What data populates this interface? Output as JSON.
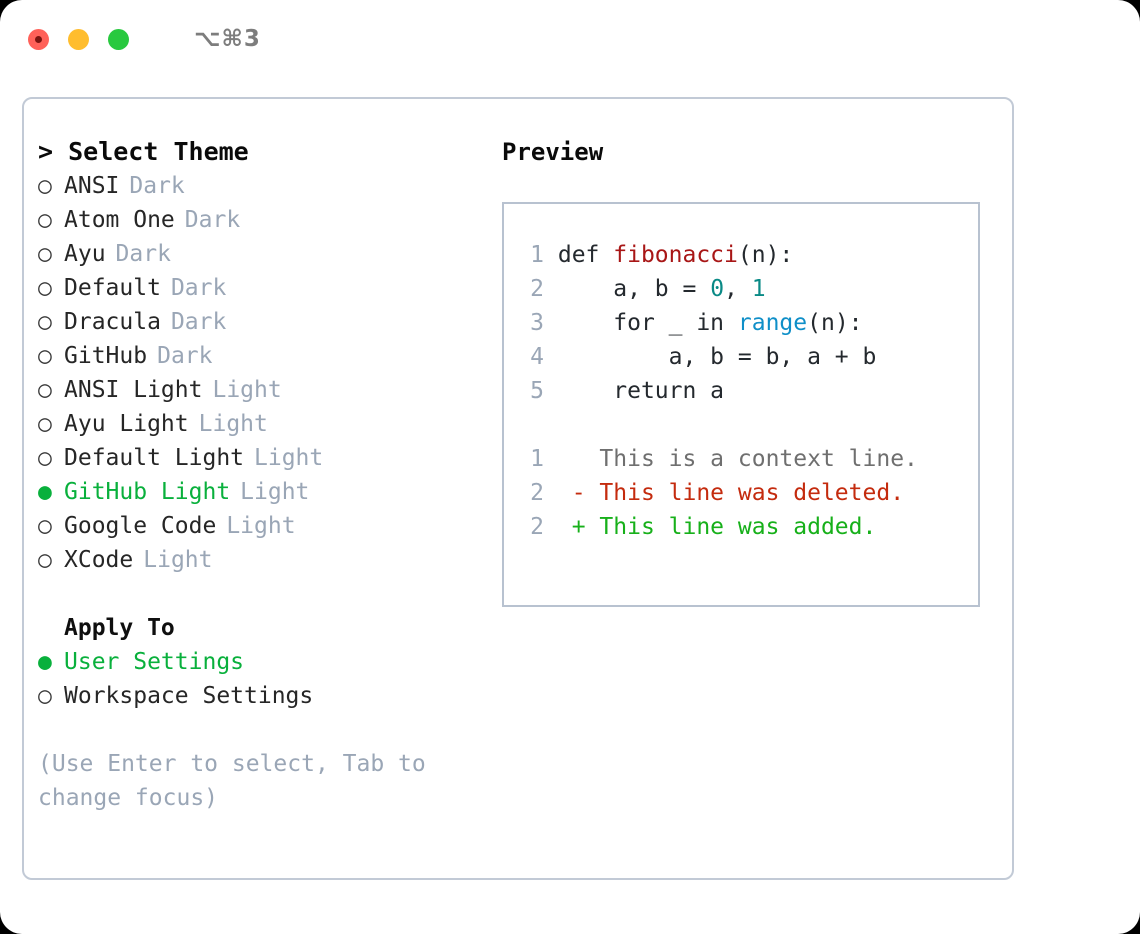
{
  "titlebar": {
    "shortcut": "⌥⌘3",
    "buttons": [
      "close",
      "minimize",
      "maximize"
    ]
  },
  "theme_panel": {
    "header": "> Select Theme",
    "items": [
      {
        "bullet": "○",
        "label": "ANSI",
        "tag": "Dark",
        "selected": false
      },
      {
        "bullet": "○",
        "label": "Atom One",
        "tag": "Dark",
        "selected": false
      },
      {
        "bullet": "○",
        "label": "Ayu",
        "tag": "Dark",
        "selected": false
      },
      {
        "bullet": "○",
        "label": "Default",
        "tag": "Dark",
        "selected": false
      },
      {
        "bullet": "○",
        "label": "Dracula",
        "tag": "Dark",
        "selected": false
      },
      {
        "bullet": "○",
        "label": "GitHub",
        "tag": "Dark",
        "selected": false
      },
      {
        "bullet": "○",
        "label": "ANSI Light",
        "tag": "Light",
        "selected": false
      },
      {
        "bullet": "○",
        "label": "Ayu Light",
        "tag": "Light",
        "selected": false
      },
      {
        "bullet": "○",
        "label": "Default Light",
        "tag": "Light",
        "selected": false
      },
      {
        "bullet": "●",
        "label": "GitHub Light",
        "tag": "Light",
        "selected": true
      },
      {
        "bullet": "○",
        "label": "Google Code",
        "tag": "Light",
        "selected": false
      },
      {
        "bullet": "○",
        "label": "XCode",
        "tag": "Light",
        "selected": false
      }
    ]
  },
  "apply_to": {
    "header": "Apply To",
    "options": [
      {
        "bullet": "●",
        "label": "User Settings",
        "selected": true
      },
      {
        "bullet": "○",
        "label": "Workspace Settings",
        "selected": false
      }
    ]
  },
  "hint": "(Use Enter to select, Tab to change focus)",
  "preview": {
    "title": "Preview",
    "code_lines": [
      {
        "n": "1",
        "tokens": [
          {
            "t": "def ",
            "c": "kw"
          },
          {
            "t": "fibonacci",
            "c": "fn"
          },
          {
            "t": "(n):",
            "c": "plain"
          }
        ]
      },
      {
        "n": "2",
        "tokens": [
          {
            "t": "    a, b = ",
            "c": "plain"
          },
          {
            "t": "0",
            "c": "num"
          },
          {
            "t": ", ",
            "c": "plain"
          },
          {
            "t": "1",
            "c": "num"
          }
        ]
      },
      {
        "n": "3",
        "tokens": [
          {
            "t": "    for _ in ",
            "c": "kw"
          },
          {
            "t": "range",
            "c": "bi"
          },
          {
            "t": "(n):",
            "c": "plain"
          }
        ]
      },
      {
        "n": "4",
        "tokens": [
          {
            "t": "        a, b = b, a + b",
            "c": "plain"
          }
        ]
      },
      {
        "n": "5",
        "tokens": [
          {
            "t": "    return a",
            "c": "kw"
          }
        ]
      }
    ],
    "diff_lines": [
      {
        "n": "1",
        "marker": "  ",
        "text": "This is a context line.",
        "kind": "ctx"
      },
      {
        "n": "2",
        "marker": "- ",
        "text": "This line was deleted.",
        "kind": "del"
      },
      {
        "n": "2",
        "marker": "+ ",
        "text": "This line was added.",
        "kind": "add"
      }
    ]
  },
  "colors": {
    "selected_green": "#09b03c",
    "tag_gray": "#9aa6b6",
    "diff_add": "#17b01a",
    "diff_del": "#c42b0e",
    "fn_red": "#a81616",
    "num_teal": "#0a8a86",
    "builtin_blue": "#0f8fc8",
    "panel_border": "#c2cad6"
  }
}
